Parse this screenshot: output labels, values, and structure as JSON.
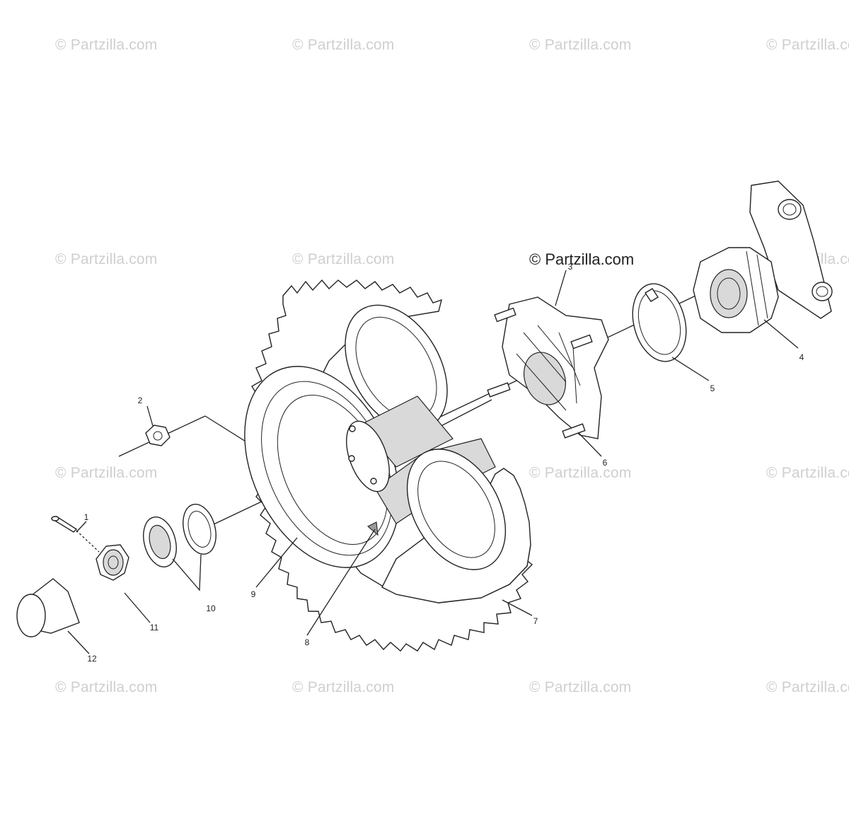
{
  "watermark": {
    "text": "© Partzilla.com",
    "main_text": "© Partzilla.com"
  },
  "callouts": [
    {
      "id": "1",
      "label": "1"
    },
    {
      "id": "2",
      "label": "2"
    },
    {
      "id": "3",
      "label": "3"
    },
    {
      "id": "4",
      "label": "4"
    },
    {
      "id": "5",
      "label": "5"
    },
    {
      "id": "6",
      "label": "6"
    },
    {
      "id": "7",
      "label": "7"
    },
    {
      "id": "8",
      "label": "8"
    },
    {
      "id": "9",
      "label": "9"
    },
    {
      "id": "10",
      "label": "10"
    },
    {
      "id": "11",
      "label": "11"
    },
    {
      "id": "12",
      "label": "12"
    }
  ],
  "colors": {
    "line": "#222222",
    "watermark": "#cfcfcf",
    "background": "#ffffff"
  }
}
